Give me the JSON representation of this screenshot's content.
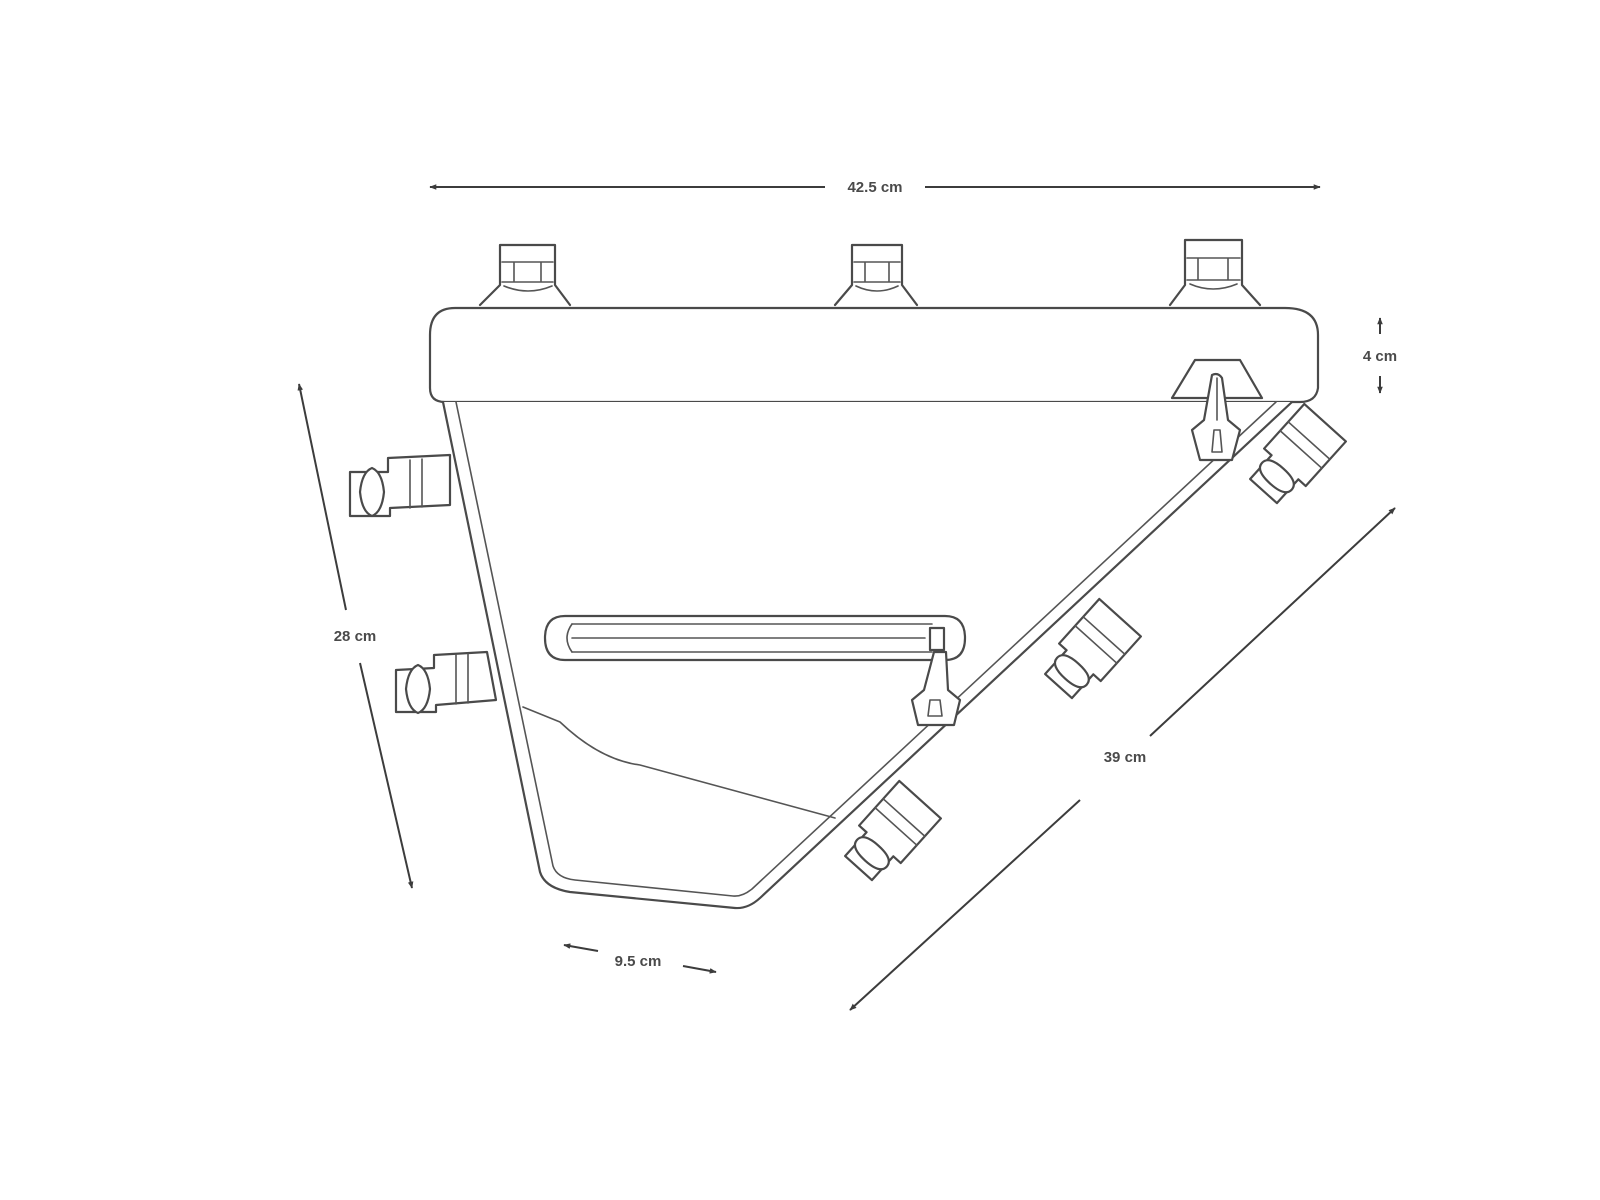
{
  "dimensions": {
    "top_length": "42.5 cm",
    "top_band_height": "4 cm",
    "front_height": "28 cm",
    "diagonal_length": "39 cm",
    "bottom_width": "9.5 cm"
  },
  "colors": {
    "outline": "#4a4a4a",
    "dimension_lines": "#3c3c3c",
    "background": "#ffffff"
  }
}
